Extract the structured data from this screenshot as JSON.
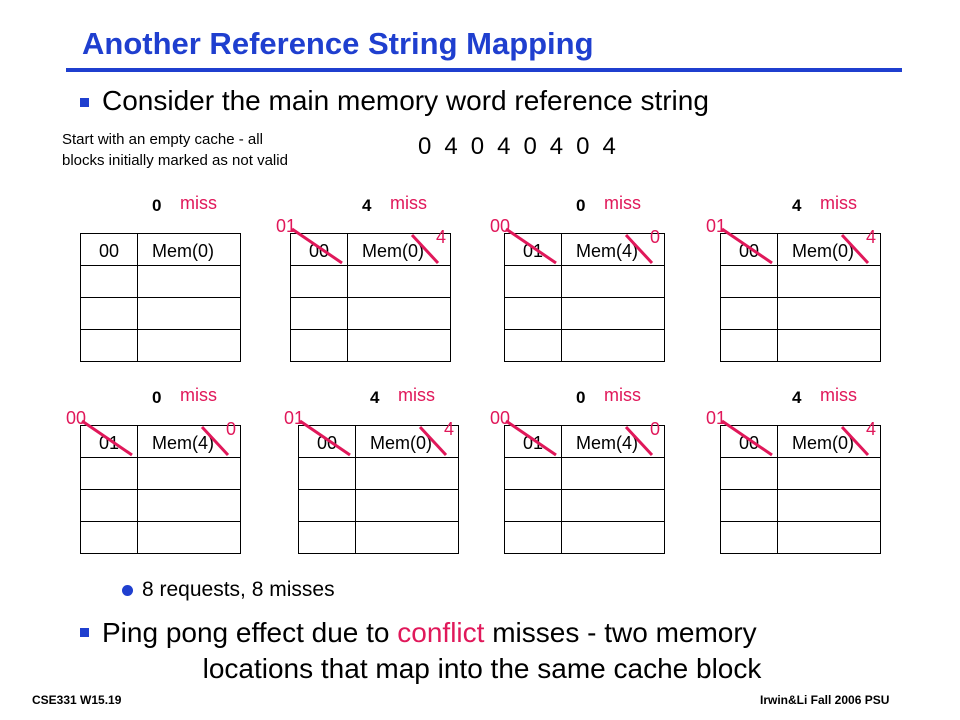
{
  "title": "Another Reference String Mapping",
  "subtitle": "Consider the main memory word reference string",
  "note_line1": "Start with an empty cache - all",
  "note_line2": "blocks initially marked as not valid",
  "reference_string": [
    "0",
    "4",
    "0",
    "4",
    "0",
    "4",
    "0",
    "4"
  ],
  "steps": [
    {
      "ref": "0",
      "result": "miss",
      "tag": "00",
      "data": "Mem(0)",
      "old_tag": "",
      "old_data": ""
    },
    {
      "ref": "4",
      "result": "miss",
      "tag": "00",
      "data": "Mem(0)",
      "old_tag": "01",
      "old_data": "4"
    },
    {
      "ref": "0",
      "result": "miss",
      "tag": "01",
      "data": "Mem(4)",
      "old_tag": "00",
      "old_data": "0"
    },
    {
      "ref": "4",
      "result": "miss",
      "tag": "00",
      "data": "Mem(0)",
      "old_tag": "01",
      "old_data": "4"
    },
    {
      "ref": "0",
      "result": "miss",
      "tag": "01",
      "data": "Mem(4)",
      "old_tag": "00",
      "old_data": "0"
    },
    {
      "ref": "4",
      "result": "miss",
      "tag": "00",
      "data": "Mem(0)",
      "old_tag": "01",
      "old_data": "4"
    },
    {
      "ref": "0",
      "result": "miss",
      "tag": "01",
      "data": "Mem(4)",
      "old_tag": "00",
      "old_data": "0"
    },
    {
      "ref": "4",
      "result": "miss",
      "tag": "00",
      "data": "Mem(0)",
      "old_tag": "01",
      "old_data": "4"
    }
  ],
  "summary": "8 requests, 8 misses",
  "conclusion_pre": "Ping pong effect due to ",
  "conclusion_highlight": "conflict",
  "conclusion_post": " misses - two memory",
  "conclusion_line2": "locations that map into the same cache block",
  "footer_left": "CSE331  W15.19",
  "footer_right": "Irwin&Li Fall 2006 PSU",
  "colors": {
    "accent": "#1f3fcf",
    "highlight": "#e0185a"
  }
}
